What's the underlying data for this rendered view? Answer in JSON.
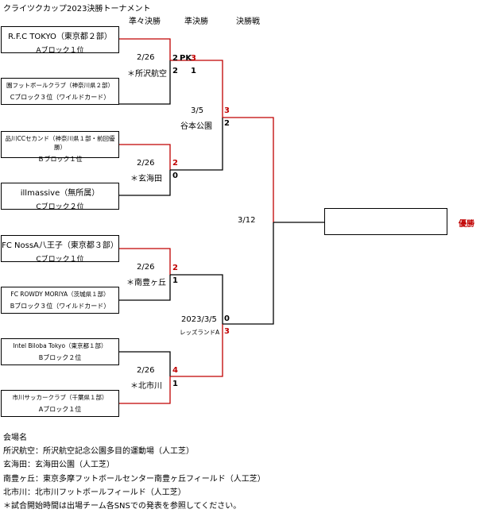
{
  "title": "クライツクカップ2023決勝トーナメント",
  "rounds": {
    "qf": "準々決勝",
    "sf": "準決勝",
    "final": "決勝戦"
  },
  "teams": [
    {
      "name": "R.F.C TOKYO（東京都２部）",
      "sub": "Aブロック１位"
    },
    {
      "name": "園フットボールクラブ（神奈川県２部）",
      "sub": "Cブロック３位（ワイルドカード）"
    },
    {
      "name": "品川CCセカンド（神奈川県１部・前回優勝）",
      "sub": "Ｂブロック１位"
    },
    {
      "name": "illmassive（無所属）",
      "sub": "Cブロック２位"
    },
    {
      "name": "FC NossA八王子（東京都３部）",
      "sub": "Cブロック１位"
    },
    {
      "name": "FC ROWDY MORIYA（茨城県１部）",
      "sub": "Bブロック３位（ワイルドカード）"
    },
    {
      "name": "Intel Biloba Tokyo（東京都１部）",
      "sub": "Bブロック２位"
    },
    {
      "name": "市川サッカークラブ（千葉県１部）",
      "sub": "Aブロック１位"
    }
  ],
  "qf_matches": [
    {
      "date": "2/26",
      "venue": "＊所沢航空",
      "top_score": "2",
      "pk": "PK",
      "pk_top": "3",
      "bottom_score": "2",
      "pk_bottom": "1"
    },
    {
      "date": "2/26",
      "venue": "＊玄海田",
      "top_score": "2",
      "bottom_score": "0"
    },
    {
      "date": "2/26",
      "venue": "＊南豊ヶ丘",
      "top_score": "2",
      "bottom_score": "1"
    },
    {
      "date": "2/26",
      "venue": "＊北市川",
      "top_score": "4",
      "bottom_score": "1"
    }
  ],
  "sf_matches": [
    {
      "date": "3/5",
      "venue": "谷本公園",
      "top_score": "3",
      "bottom_score": "2"
    },
    {
      "date": "2023/3/5",
      "venue": "レッズランドA",
      "top_score": "0",
      "bottom_score": "3"
    }
  ],
  "final": {
    "date": "3/12",
    "champion_label": "優勝"
  },
  "venues": {
    "heading": "会場名",
    "lines": [
      "所沢航空：所沢航空記念公園多目的運動場（人工芝）",
      "玄海田：玄海田公園（人工芝）",
      "南豊ヶ丘：東京多摩フットボールセンター南豊ヶ丘フィールド（人工芝）",
      "北市川：北市川フットボールフィールド（人工芝）",
      "＊試合開始時間は出場チーム各SNSでの発表を参照してください。"
    ]
  },
  "colors": {
    "winner_line": "#c00000",
    "line": "#000000"
  }
}
